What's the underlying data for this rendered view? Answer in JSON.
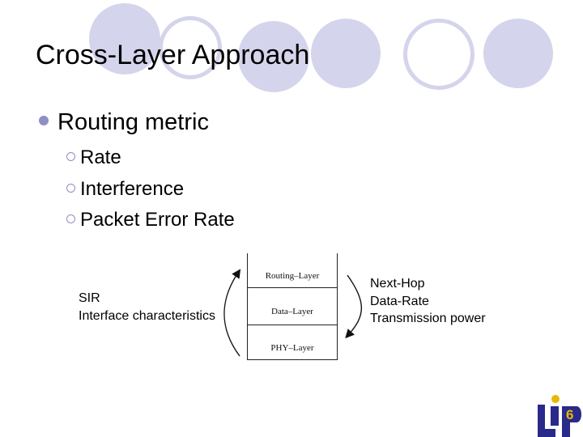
{
  "slide": {
    "title": "Cross-Layer Approach",
    "bullet": "Routing metric",
    "sub_bullets": [
      "Rate",
      "Interference",
      "Packet Error Rate"
    ]
  },
  "diagram": {
    "layers": [
      "Routing–Layer",
      "Data–Layer",
      "PHY–Layer"
    ],
    "left_notes": [
      "SIR",
      "Interface characteristics"
    ],
    "right_notes": [
      "Next-Hop",
      "Data-Rate",
      "Transmission power"
    ]
  },
  "footer": {
    "page_number": "6"
  },
  "colors": {
    "decor_circle": "#d4d4ec",
    "bullet": "#8e8fc4",
    "logo_blue": "#2a2a8a",
    "logo_yellow": "#e8b800"
  },
  "icons": {
    "bullet": "filled-circle-bullet",
    "sub_bullet": "hollow-circle-bullet",
    "logo": "lip-logo"
  }
}
